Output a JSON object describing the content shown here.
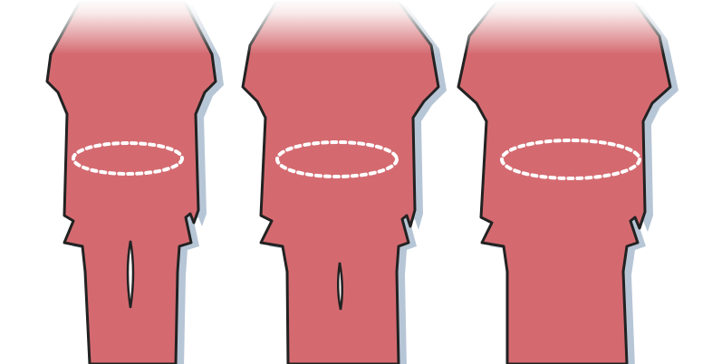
{
  "illustration": {
    "colors": {
      "body_fill": "#d46a70",
      "outline": "#222222",
      "shadow": "#9fb3c8",
      "waist_marker": "#ffffff",
      "background": "#ffffff"
    },
    "figures": [
      {
        "id": "figure-slim",
        "build": "slim",
        "waist_marker": "dashed-ellipse"
      },
      {
        "id": "figure-medium",
        "build": "medium",
        "waist_marker": "dashed-ellipse"
      },
      {
        "id": "figure-large",
        "build": "large",
        "waist_marker": "dashed-ellipse"
      }
    ]
  }
}
